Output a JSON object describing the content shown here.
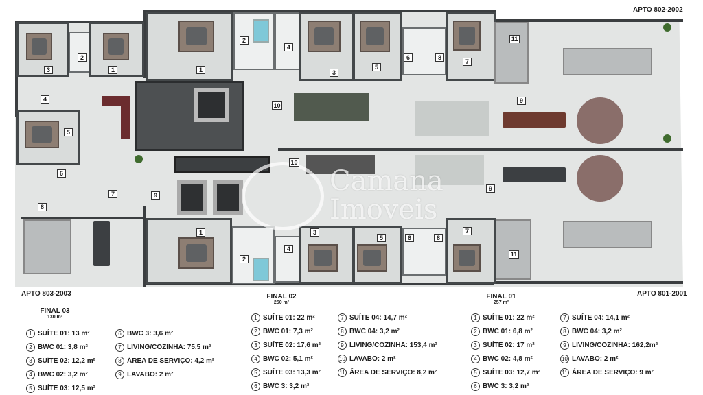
{
  "plan": {
    "apto_top": "APTO 802-2002",
    "apto_left": "APTO 803-2003",
    "apto_right": "APTO 801-2001",
    "watermark": "Camana Imoveis",
    "f3": [
      "3",
      "2",
      "1",
      "4",
      "5",
      "6",
      "7",
      "8",
      "9"
    ],
    "top": [
      "1",
      "2",
      "4",
      "3",
      "5",
      "6",
      "8",
      "7",
      "11",
      "10",
      "9"
    ],
    "bot": [
      "10",
      "9",
      "1",
      "2",
      "3",
      "4",
      "5",
      "6",
      "8",
      "7",
      "11"
    ]
  },
  "units": [
    {
      "title": "FINAL 03",
      "area": "130 m²",
      "col1": [
        {
          "n": "1",
          "t": "SUÍTE 01:  13 m²"
        },
        {
          "n": "2",
          "t": "BWC 01: 3,8 m²"
        },
        {
          "n": "3",
          "t": "SUÍTE 02: 12,2 m²"
        },
        {
          "n": "4",
          "t": "BWC 02: 3,2 m²"
        },
        {
          "n": "5",
          "t": "SUÍTE 03: 12,5 m²"
        }
      ],
      "col2": [
        {
          "n": "6",
          "t": "BWC 3: 3,6 m²"
        },
        {
          "n": "7",
          "t": "LIVING/COZINHA: 75,5 m²"
        },
        {
          "n": "8",
          "t": "ÁREA DE SERVIÇO: 4,2 m²"
        },
        {
          "n": "9",
          "t": "LAVABO: 2 m²"
        }
      ]
    },
    {
      "title": "FINAL 02",
      "area": "250 m²",
      "col1": [
        {
          "n": "1",
          "t": "SUÍTE 01:  22 m²"
        },
        {
          "n": "2",
          "t": "BWC 01: 7,3 m²"
        },
        {
          "n": "3",
          "t": "SUÍTE 02: 17,6 m²"
        },
        {
          "n": "4",
          "t": "BWC 02: 5,1 m²"
        },
        {
          "n": "5",
          "t": "SUÍTE 03: 13,3 m²"
        },
        {
          "n": "6",
          "t": "BWC 3: 3,2 m²"
        }
      ],
      "col2": [
        {
          "n": "7",
          "t": "SUÍTE 04: 14,7 m²"
        },
        {
          "n": "8",
          "t": "BWC 04: 3,2 m²"
        },
        {
          "n": "9",
          "t": "LIVING/COZINHA: 153,4 m²"
        },
        {
          "n": "10",
          "t": "LAVABO: 2 m²"
        },
        {
          "n": "11",
          "t": "ÁREA DE SERVIÇO: 8,2 m²"
        }
      ]
    },
    {
      "title": "FINAL 01",
      "area": "257 m²",
      "col1": [
        {
          "n": "1",
          "t": "SUÍTE 01:  22 m²"
        },
        {
          "n": "2",
          "t": "BWC 01: 6,8 m²"
        },
        {
          "n": "3",
          "t": "SUÍTE 02: 17 m²"
        },
        {
          "n": "4",
          "t": "BWC 02: 4,8 m²"
        },
        {
          "n": "5",
          "t": "SUÍTE 03: 12,7 m²"
        },
        {
          "n": "6",
          "t": "BWC 3: 3,2 m²"
        }
      ],
      "col2": [
        {
          "n": "7",
          "t": "SUÍTE 04: 14,1 m²"
        },
        {
          "n": "8",
          "t": "BWC 04: 3,2 m²"
        },
        {
          "n": "9",
          "t": "LIVING/COZINHA: 162,2m²"
        },
        {
          "n": "10",
          "t": "LAVABO: 2 m²"
        },
        {
          "n": "11",
          "t": "ÁREA DE SERVIÇO: 9 m²"
        }
      ]
    }
  ]
}
